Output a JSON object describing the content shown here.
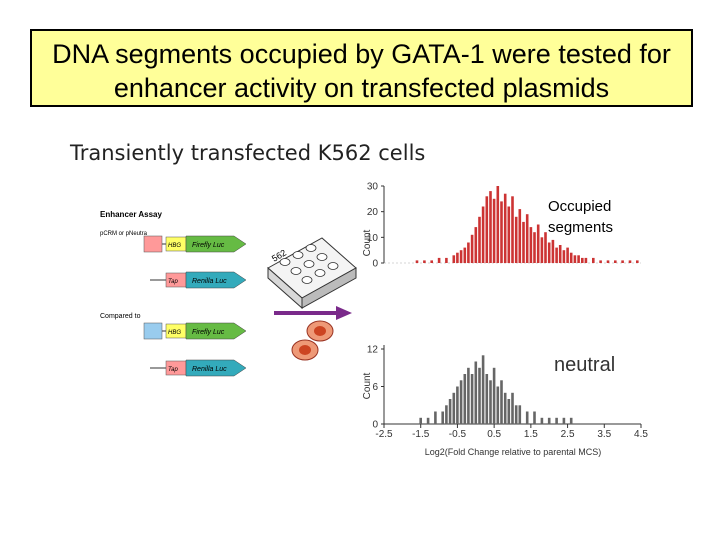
{
  "slide": {
    "title_line1": "DNA segments occupied by GATA-1 were tested for",
    "title_line2": "enhancer activity on transfected plasmids",
    "subtitle": "Transiently transfected K562 cells"
  },
  "assay": {
    "heading": "Enhancer Assay",
    "construct_label": "pCRM or pNeutra",
    "compared_label": "Compared to",
    "plate_label": "562",
    "constructs": [
      {
        "promoter": "HBG",
        "reporter": "Firefly Luc"
      },
      {
        "promoter": "Tap",
        "reporter": "Renilla Luc"
      },
      {
        "promoter": "HBG",
        "reporter": "Firefly Luc"
      },
      {
        "promoter": "Tap",
        "reporter": "Renilla Luc"
      }
    ]
  },
  "labels": {
    "occupied": "Occupied segments",
    "neutral": "neutral"
  },
  "colors": {
    "title_bg": "#ffff99",
    "occupied_bars": "#cc3333",
    "neutral_bars": "#666666",
    "arrow": "#7a2a8a",
    "reporter_green": "#66bb44",
    "reporter_teal": "#33aabb"
  },
  "chart_data": [
    {
      "type": "bar",
      "name": "occupied",
      "ylabel": "Count",
      "ylim": [
        0,
        30
      ],
      "yticks": [
        0,
        10,
        20,
        30
      ],
      "xlim": [
        -2.5,
        4.5
      ],
      "x": [
        -1.6,
        -1.4,
        -1.2,
        -1.0,
        -0.8,
        -0.6,
        -0.5,
        -0.4,
        -0.3,
        -0.2,
        -0.1,
        0.0,
        0.1,
        0.2,
        0.3,
        0.4,
        0.5,
        0.6,
        0.7,
        0.8,
        0.9,
        1.0,
        1.1,
        1.2,
        1.3,
        1.4,
        1.5,
        1.6,
        1.7,
        1.8,
        1.9,
        2.0,
        2.1,
        2.2,
        2.3,
        2.4,
        2.5,
        2.6,
        2.7,
        2.8,
        2.9,
        3.0,
        3.2,
        3.4,
        3.6,
        3.8,
        4.0,
        4.2,
        4.4
      ],
      "values": [
        1,
        1,
        1,
        2,
        2,
        3,
        4,
        5,
        6,
        8,
        11,
        14,
        18,
        22,
        26,
        28,
        25,
        30,
        24,
        27,
        22,
        26,
        18,
        21,
        16,
        19,
        14,
        12,
        15,
        10,
        12,
        8,
        9,
        6,
        7,
        5,
        6,
        4,
        3,
        3,
        2,
        2,
        2,
        1,
        1,
        1,
        1,
        1,
        1
      ]
    },
    {
      "type": "bar",
      "name": "neutral",
      "xlabel": "Log2(Fold Change relative to parental MCS)",
      "ylabel": "Count",
      "ylim": [
        0,
        12
      ],
      "yticks": [
        0,
        6,
        12
      ],
      "xlim": [
        -2.5,
        4.5
      ],
      "xticks": [
        "-2.5",
        "-1.5",
        "-0.5",
        "0.5",
        "1.5",
        "2.5",
        "3.5",
        "4.5"
      ],
      "x": [
        -1.5,
        -1.3,
        -1.1,
        -0.9,
        -0.8,
        -0.7,
        -0.6,
        -0.5,
        -0.4,
        -0.3,
        -0.2,
        -0.1,
        0.0,
        0.1,
        0.2,
        0.3,
        0.4,
        0.5,
        0.6,
        0.7,
        0.8,
        0.9,
        1.0,
        1.1,
        1.2,
        1.4,
        1.6,
        1.8,
        2.0,
        2.2,
        2.4,
        2.6
      ],
      "values": [
        1,
        1,
        2,
        2,
        3,
        4,
        5,
        6,
        7,
        8,
        9,
        8,
        10,
        9,
        11,
        8,
        7,
        9,
        6,
        7,
        5,
        4,
        5,
        3,
        3,
        2,
        2,
        1,
        1,
        1,
        1,
        1
      ]
    }
  ]
}
